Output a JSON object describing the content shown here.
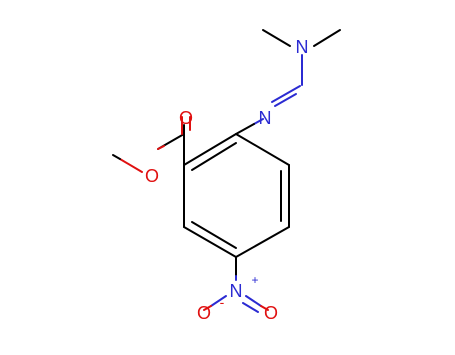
{
  "atoms": {
    "n_dimethyl": "N",
    "n_imine": "N",
    "o_carbonyl": "O",
    "o_ester": "O",
    "n_nitro": "N",
    "o_nitro_left": "O",
    "o_nitro_right": "O",
    "nitro_plus": "+",
    "nitro_minus": "-"
  },
  "colors": {
    "nitrogen": "#2b2bd2",
    "oxygen": "#e01010",
    "bond": "#000000"
  }
}
